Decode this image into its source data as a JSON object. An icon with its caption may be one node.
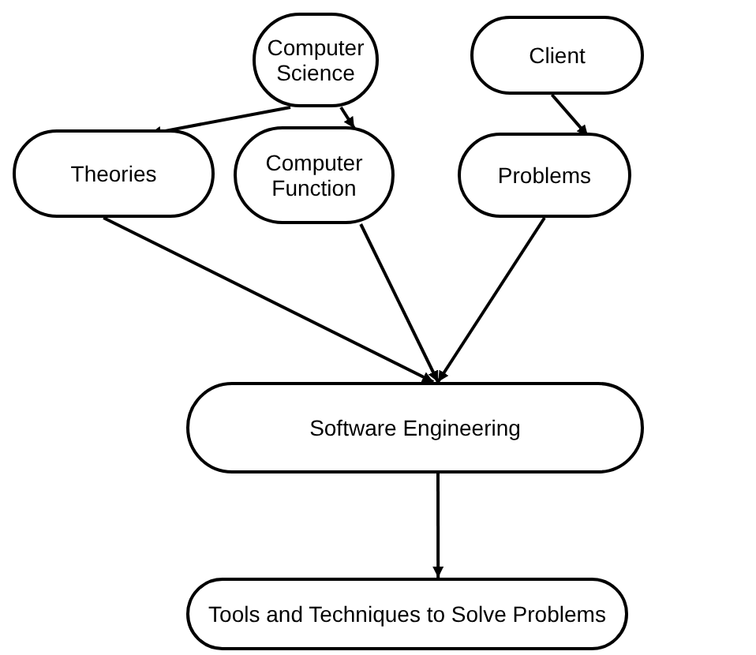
{
  "diagram": {
    "nodes": [
      {
        "text": [
          "Computer Science"
        ]
      },
      {
        "text": [
          "Client"
        ]
      },
      {
        "text": [
          "Theories"
        ]
      },
      {
        "text": [
          "Computer Function"
        ]
      },
      {
        "text": [
          "Problems"
        ]
      },
      {
        "text": [
          "Software Engineering"
        ]
      },
      {
        "text": [
          "Tools and Techniques to Solve Problems"
        ]
      }
    ],
    "edges": [
      {
        "from": 0,
        "to": 2,
        "arrow": "to"
      },
      {
        "from": 0,
        "to": 3,
        "arrow": "to"
      },
      {
        "from": 1,
        "to": 4,
        "arrow": "to"
      },
      {
        "from": 2,
        "to": 5,
        "arrow": "to"
      },
      {
        "from": 3,
        "to": 5,
        "arrow": "to"
      },
      {
        "from": 4,
        "to": 5,
        "arrow": "to"
      },
      {
        "from": 5,
        "to": 6,
        "arrow": "to"
      }
    ]
  }
}
